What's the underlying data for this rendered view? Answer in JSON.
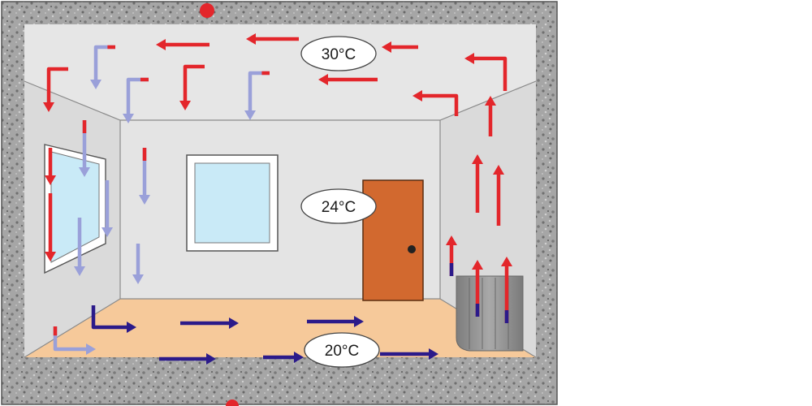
{
  "labels": {
    "ceiling_temp": "30°C",
    "middle_temp": "24°C",
    "floor_temp": "20°C"
  },
  "colors": {
    "outer_wall": "#9a9a9a",
    "room_wall": "#dcdcdc",
    "back_wall": "#e4e4e4",
    "floor": "#f6c99a",
    "door": "#d2692f",
    "window_glass": "#c9eaf7",
    "radiator": "#8e8e8e",
    "hot_arrow": "#e3262b",
    "cool_arrow": "#9aa0d9",
    "cold_arrow": "#2b1a8a",
    "dot": "#e3262b"
  },
  "icons": {
    "hot_air": "red-arrow-icon",
    "cool_air": "lavender-arrow-icon",
    "cold_air": "navy-arrow-icon"
  }
}
